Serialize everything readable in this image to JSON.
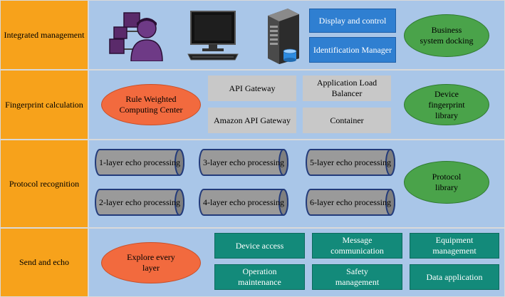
{
  "rows": [
    {
      "label": "Integrated management"
    },
    {
      "label": "Fingerprint calculation"
    },
    {
      "label": "Protocol recognition"
    },
    {
      "label": "Send and echo"
    }
  ],
  "management": {
    "display_control": "Display and control",
    "identification_manager": "Identification Manager",
    "business_docking": "Business system docking",
    "icons": [
      "users-icon",
      "computer-icon",
      "server-database-icon"
    ]
  },
  "fingerprint": {
    "rule_center": "Rule Weighted Computing Center",
    "api_gateway": "API Gateway",
    "amazon_api_gateway": "Amazon API Gateway",
    "app_load_balancer": "Application Load Balancer",
    "container": "Container",
    "device_library": "Device fingerprint library"
  },
  "protocol": {
    "echo": [
      "1-layer echo processing",
      "2-layer echo processing",
      "3-layer echo processing",
      "4-layer echo processing",
      "5-layer echo processing",
      "6-layer echo processing"
    ],
    "library": "Protocol library"
  },
  "send": {
    "explore": "Explore every layer",
    "modules": [
      "Device access",
      "Message communication",
      "Equipment management",
      "Operation maintenance",
      "Safety management",
      "Data application"
    ]
  },
  "colors": {
    "row_label": "#f7a21b",
    "panel": "#a9c6e8",
    "blue_box": "#2f7fd1",
    "teal_box": "#138a7a",
    "green_ellipse": "#4aa34a",
    "orange_ellipse": "#f26a3e",
    "gray_box": "#c8c8c8",
    "cylinder": "#9a9a9a"
  }
}
